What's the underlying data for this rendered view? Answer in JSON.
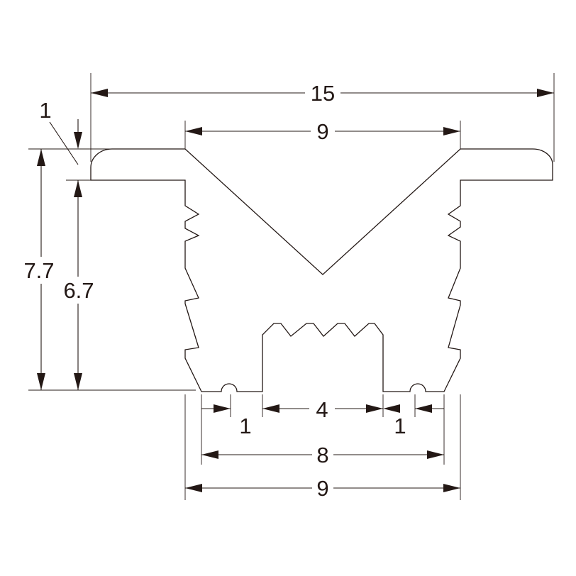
{
  "colors": {
    "line": "#231815",
    "background": "#ffffff"
  },
  "dimensions": {
    "overall_width": "15",
    "top_opening_width": "9",
    "flange_thickness": "1",
    "total_height": "7.7",
    "body_height": "6.7",
    "center_slot_width": "4",
    "foot_left_width": "1",
    "foot_right_width": "1",
    "bottom_width": "8",
    "body_width": "9"
  }
}
